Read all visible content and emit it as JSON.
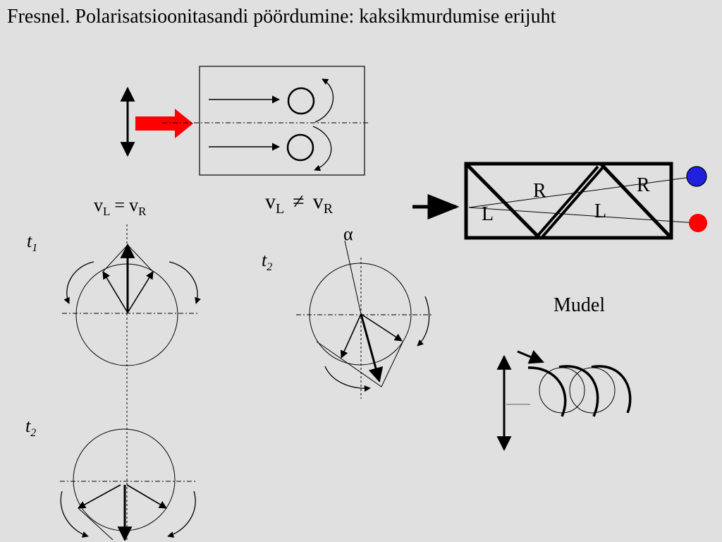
{
  "title": "Fresnel. Polarisatsioonitasandi pöördumine: kaksikmurdumise erijuht",
  "labels": {
    "v": "v",
    "sub_L": "L",
    "sub_R": "R",
    "eq": "=",
    "neq": "≠",
    "alpha": "α",
    "t": "t",
    "sub_1": "1",
    "sub_2": "2",
    "prism_R": "R",
    "prism_L": "L",
    "model": "Mudel"
  },
  "colors": {
    "background": "#e0e0e0",
    "input_arrow": "#ff0000",
    "dot_blue": "#2020dd",
    "dot_red": "#ff0000"
  }
}
